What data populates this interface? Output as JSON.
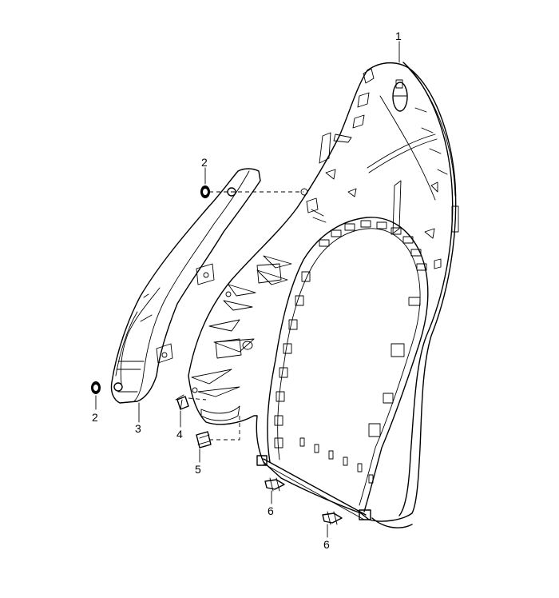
{
  "diagram": {
    "callouts": [
      {
        "id": "part-1",
        "label": "1"
      },
      {
        "id": "part-2-top",
        "label": "2"
      },
      {
        "id": "part-2-bottom",
        "label": "2"
      },
      {
        "id": "part-3",
        "label": "3"
      },
      {
        "id": "part-4",
        "label": "4"
      },
      {
        "id": "part-5",
        "label": "5"
      },
      {
        "id": "part-6-left",
        "label": "6"
      },
      {
        "id": "part-6-right",
        "label": "6"
      }
    ]
  }
}
